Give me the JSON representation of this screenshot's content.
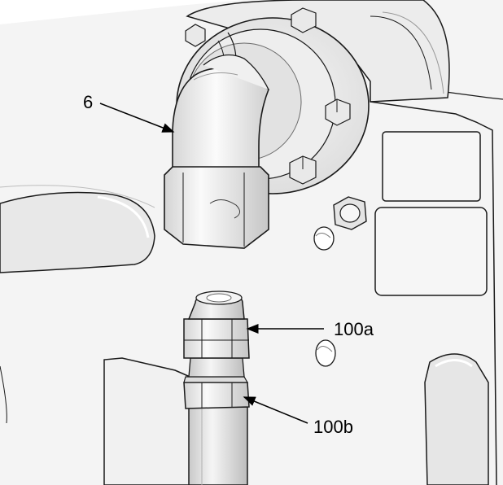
{
  "callouts": {
    "elbow_fitting": "6",
    "upper_hex_nut": "100a",
    "lower_hex_nut": "100b"
  },
  "colors": {
    "line": "#1a1a1a",
    "panel_fill": "#f2f2f2",
    "part_fill": "#e9e9e9",
    "shadow": "#cfcfcf",
    "highlight": "#fafafa"
  }
}
